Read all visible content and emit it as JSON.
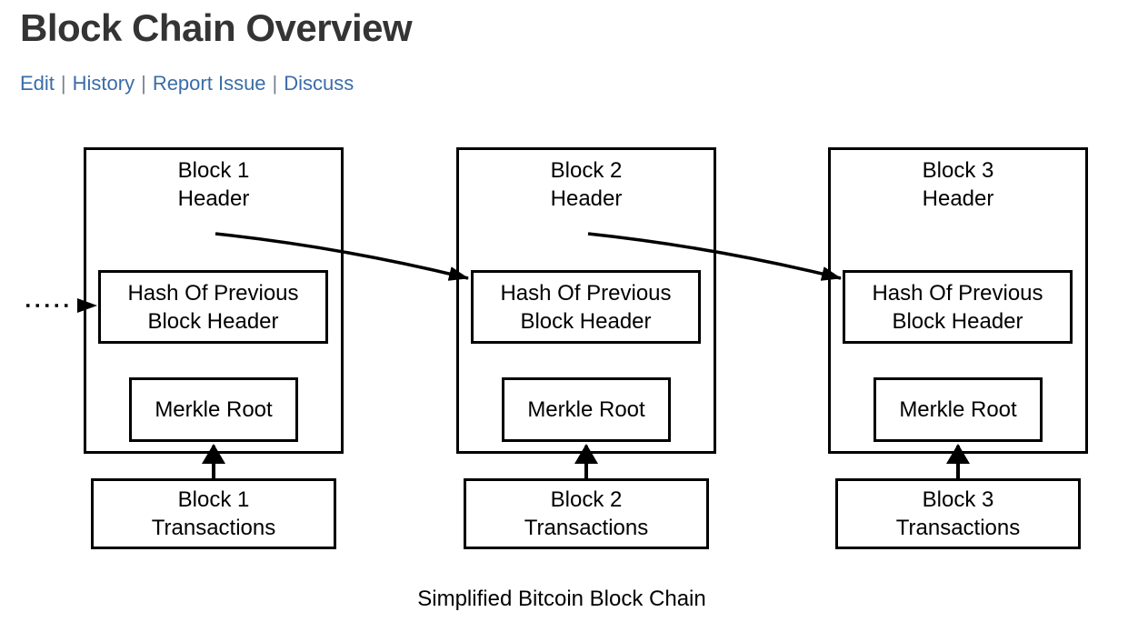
{
  "page": {
    "title": "Block Chain Overview",
    "separator": "|",
    "links": [
      {
        "label": "Edit"
      },
      {
        "label": "History"
      },
      {
        "label": "Report Issue"
      },
      {
        "label": "Discuss"
      }
    ],
    "caption": "Simplified Bitcoin Block Chain"
  },
  "diagram": {
    "blocks": [
      {
        "header_line1": "Block 1",
        "header_line2": "Header",
        "hash_line1": "Hash Of Previous",
        "hash_line2": "Block Header",
        "merkle_label": "Merkle Root",
        "tx_line1": "Block 1",
        "tx_line2": "Transactions"
      },
      {
        "header_line1": "Block 2",
        "header_line2": "Header",
        "hash_line1": "Hash Of Previous",
        "hash_line2": "Block Header",
        "merkle_label": "Merkle Root",
        "tx_line1": "Block 2",
        "tx_line2": "Transactions"
      },
      {
        "header_line1": "Block 3",
        "header_line2": "Header",
        "hash_line1": "Hash Of Previous",
        "hash_line2": "Block Header",
        "merkle_label": "Merkle Root",
        "tx_line1": "Block 3",
        "tx_line2": "Transactions"
      }
    ],
    "arrows": [
      {
        "name": "genesis-dotted-arrow-to-block1-hash"
      },
      {
        "name": "block1-header-to-block2-hash-arrow"
      },
      {
        "name": "block2-header-to-block3-hash-arrow"
      },
      {
        "name": "block1-transactions-to-merkle-arrow"
      },
      {
        "name": "block2-transactions-to-merkle-arrow"
      },
      {
        "name": "block3-transactions-to-merkle-arrow"
      }
    ],
    "colors": {
      "stroke": "#000000",
      "background": "#ffffff",
      "link": "#3a6ca8",
      "separator": "#76828f",
      "title": "#343434"
    }
  }
}
